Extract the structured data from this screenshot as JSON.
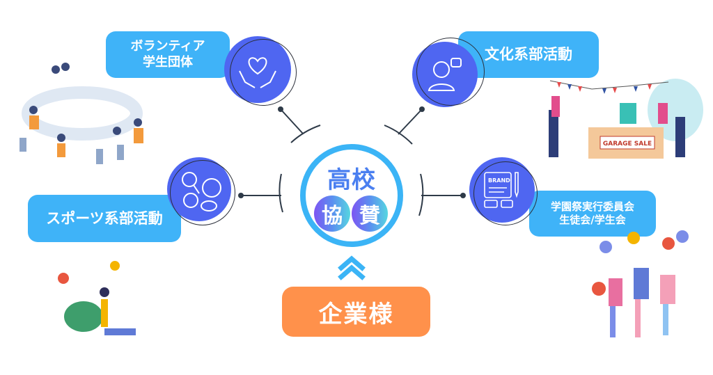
{
  "center": {
    "line1": "高校",
    "bubble1": "協",
    "bubble2": "賛"
  },
  "company": {
    "label": "企業様"
  },
  "nodes": {
    "volunteer": {
      "line1": "ボランティア",
      "line2": "学生団体",
      "icon": "heart-hands-icon"
    },
    "culture": {
      "label": "文化系部活動",
      "icon": "person-thumbs-up-icon"
    },
    "sports": {
      "label": "スポーツ系部活動",
      "icon": "sports-balls-icon"
    },
    "festival": {
      "line1": "学園祭実行委員会",
      "line2": "生徒会/学生会",
      "icon": "brand-document-icon",
      "icon_text": "BRAND"
    }
  },
  "illustrations": {
    "garage_sale_sign": "GARAGE  SALE"
  },
  "colors": {
    "label_blue": "#3fb3f8",
    "icon_blue": "#4f66f1",
    "center_ring": "#3bb4f6",
    "company_orange": "#ff914b"
  }
}
